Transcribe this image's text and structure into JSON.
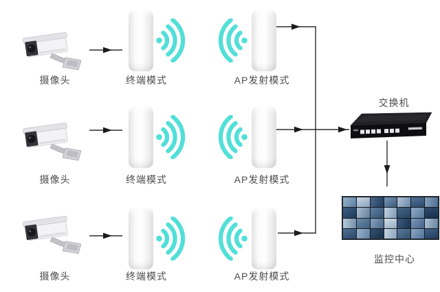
{
  "colors": {
    "wifi": "#52dfd8",
    "line": "#2b2b2b",
    "label": "#4c4c4c"
  },
  "rows": [
    {
      "camera_label": "摄像头",
      "terminal_label": "终端模式",
      "ap_label": "AP发射模式"
    },
    {
      "camera_label": "摄像头",
      "terminal_label": "终端模式",
      "ap_label": "AP发射模式"
    },
    {
      "camera_label": "摄像头",
      "terminal_label": "终端模式",
      "ap_label": "AP发射模式"
    }
  ],
  "switch": {
    "label": "交换机"
  },
  "monitor": {
    "label": "监控中心",
    "tiles": [
      "linear-gradient(125deg,#9cb3cc,#5a7da0)",
      "linear-gradient(155deg,#ccd8e4,#8aa4be)",
      "linear-gradient(110deg,#48678b,#223d5c)",
      "linear-gradient(140deg,#7d99b7,#3b597d)",
      "linear-gradient(120deg,#b3c5d7,#6c88a7)",
      "linear-gradient(160deg,#53749a,#2c496a)",
      "linear-gradient(100deg,#89a2be,#4e6e92)",
      "linear-gradient(145deg,#3e5e82,#1d3855)",
      "linear-gradient(115deg,#a9bdd1,#64809f)",
      "linear-gradient(135deg,#5f81a5,#34506f)",
      "linear-gradient(105deg,#c3d2e0,#7f9ab4)",
      "linear-gradient(150deg,#446688,#26425f)",
      "linear-gradient(125deg,#92abc5,#54789c)",
      "linear-gradient(165deg,#2f4c6d,#16304a)",
      "linear-gradient(95deg,#b9cad9,#7490ac)",
      "linear-gradient(140deg,#6d8cab,#3f5e80)",
      "linear-gradient(120deg,#87a1bd,#49688b)",
      "linear-gradient(155deg,#d3dee8,#93abc2)",
      "linear-gradient(110deg,#3a5a7e,#1b3553)",
      "linear-gradient(130deg,#7f9bb9,#42628a)",
      "linear-gradient(100deg,#aec1d3,#68849f)",
      "linear-gradient(150deg,#4f7096,#2b4766)",
      "linear-gradient(115deg,#9db4cb,#5e80a2)",
      "linear-gradient(135deg,#34536f,#182f49)",
      "linear-gradient(105deg,#c8d5e2,#8ba5bd)",
      "linear-gradient(145deg,#5a7b9f,#31506e)",
      "linear-gradient(125deg,#8ea7c2,#50739a)",
      "linear-gradient(160deg,#42638a,#203c5a)"
    ]
  }
}
